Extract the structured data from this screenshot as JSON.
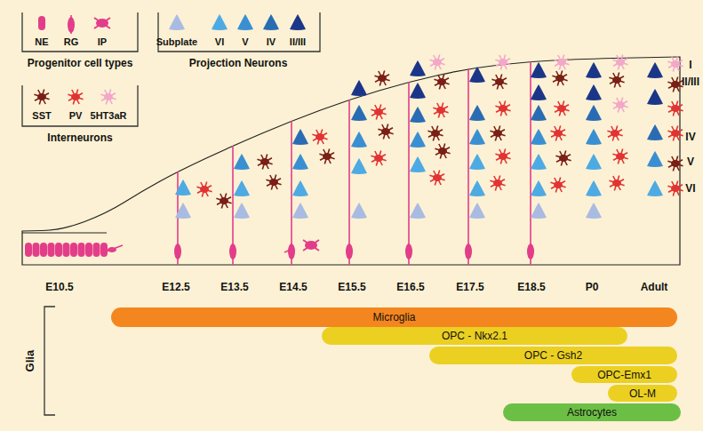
{
  "diagram": {
    "nodes": [
      {
        "text": [
          "Microglia"
        ]
      },
      {
        "text": [
          "OPC - Nkx2.1"
        ]
      },
      {
        "text": [
          "OPC - Gsh2"
        ]
      },
      {
        "text": [
          "OPC-Emx1"
        ]
      },
      {
        "text": [
          "OL-M"
        ]
      },
      {
        "text": [
          "Astrocytes"
        ]
      }
    ],
    "labels": [
      "Progenitor cell types",
      "Projection Neurons",
      "Interneurons",
      "E10.5",
      "E12.5",
      "E13.5",
      "E14.5",
      "E15.5",
      "E16.5",
      "E17.5",
      "E18.5",
      "P0",
      "Adult",
      "I",
      "II/III",
      "IV",
      "V",
      "VI",
      "Glia"
    ],
    "legend": [
      {
        "text": "NE"
      },
      {
        "text": "RG"
      },
      {
        "text": "IP"
      },
      {
        "text": "Subplate"
      },
      {
        "text": "VI"
      },
      {
        "text": "V"
      },
      {
        "text": "IV"
      },
      {
        "text": "II/III"
      },
      {
        "text": "SST"
      },
      {
        "text": "PV"
      },
      {
        "text": "5HT3aR"
      }
    ]
  }
}
